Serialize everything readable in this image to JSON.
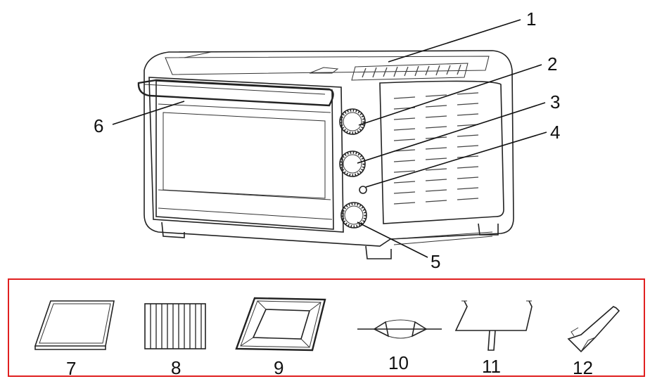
{
  "callouts": {
    "c1": "1",
    "c2": "2",
    "c3": "3",
    "c4": "4",
    "c5": "5",
    "c6": "6",
    "c7": "7",
    "c8": "8",
    "c9": "9",
    "c10": "10",
    "c11": "11",
    "c12": "12"
  },
  "colors": {
    "accessory_frame": "#e02020",
    "line": "#222222"
  }
}
